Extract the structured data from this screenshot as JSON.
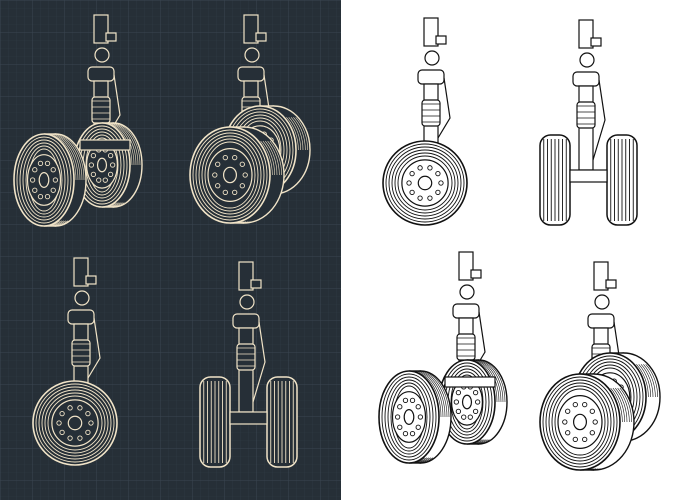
{
  "panels": [
    {
      "id": "blueprint",
      "background": "#262f37",
      "grid_color": "#3a4651",
      "line_color": "#f1e4c8",
      "fill_color": "#262f37"
    },
    {
      "id": "lineart",
      "background": "#ffffff",
      "line_color": "#111111",
      "fill_color": "#ffffff"
    }
  ],
  "views": [
    "three-quarter-left",
    "three-quarter-right",
    "side",
    "front"
  ]
}
